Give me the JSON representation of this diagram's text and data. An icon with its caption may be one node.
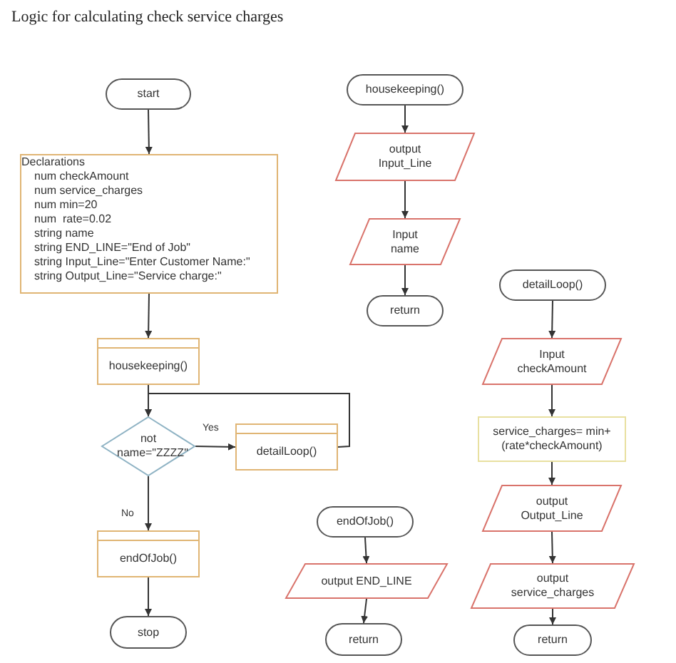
{
  "diagram": {
    "title": "Logic for calculating check service charges",
    "nodes": [
      {
        "text": [
          "start"
        ]
      },
      {
        "text": [
          "Declarations",
          "num checkAmount",
          "num service_charges",
          "num min=20",
          "num  rate=0.02",
          "string name",
          "string END_LINE=\"End of Job\"",
          "string Input_Line=\"Enter Customer Name:\"",
          "string Output_Line=\"Service charge:\""
        ]
      },
      {
        "text": [
          "housekeeping()"
        ]
      },
      {
        "text": [
          "not name=\"ZZZZ\""
        ]
      },
      {
        "text": [
          "detailLoop()"
        ]
      },
      {
        "text": [
          "endOfJob()"
        ]
      },
      {
        "text": [
          "stop"
        ]
      },
      {
        "text": [
          "housekeeping()"
        ]
      },
      {
        "text": [
          "output Input_Line"
        ]
      },
      {
        "text": [
          "Input name"
        ]
      },
      {
        "text": [
          "return"
        ]
      },
      {
        "text": [
          "detailLoop()"
        ]
      },
      {
        "text": [
          "Input checkAmount"
        ]
      },
      {
        "text": [
          "service_charges= min+(rate*checkAmount)"
        ]
      },
      {
        "text": [
          "output Output_Line"
        ]
      },
      {
        "text": [
          "output service_charges"
        ]
      },
      {
        "text": [
          "return"
        ]
      },
      {
        "text": [
          "endOfJob()"
        ]
      },
      {
        "text": [
          "output END_LINE"
        ]
      },
      {
        "text": [
          "return"
        ]
      }
    ],
    "edges": [
      {
        "from": 0,
        "to": 1,
        "arrow": "to"
      },
      {
        "from": 1,
        "to": 2,
        "arrow": "to"
      },
      {
        "from": 2,
        "to": 3,
        "arrow": "to"
      },
      {
        "from": 3,
        "to": 4,
        "arrow": "to",
        "label": "Yes"
      },
      {
        "from": 4,
        "to": 3,
        "arrow": "to"
      },
      {
        "from": 3,
        "to": 5,
        "arrow": "to",
        "label": "No"
      },
      {
        "from": 5,
        "to": 6,
        "arrow": "to"
      },
      {
        "from": 7,
        "to": 8,
        "arrow": "to"
      },
      {
        "from": 8,
        "to": 9,
        "arrow": "to"
      },
      {
        "from": 9,
        "to": 10,
        "arrow": "to"
      },
      {
        "from": 11,
        "to": 12,
        "arrow": "to"
      },
      {
        "from": 12,
        "to": 13,
        "arrow": "to"
      },
      {
        "from": 13,
        "to": 14,
        "arrow": "to"
      },
      {
        "from": 14,
        "to": 15,
        "arrow": "to"
      },
      {
        "from": 15,
        "to": 16,
        "arrow": "to"
      },
      {
        "from": 17,
        "to": 18,
        "arrow": "to"
      },
      {
        "from": 18,
        "to": 19,
        "arrow": "to"
      }
    ]
  }
}
